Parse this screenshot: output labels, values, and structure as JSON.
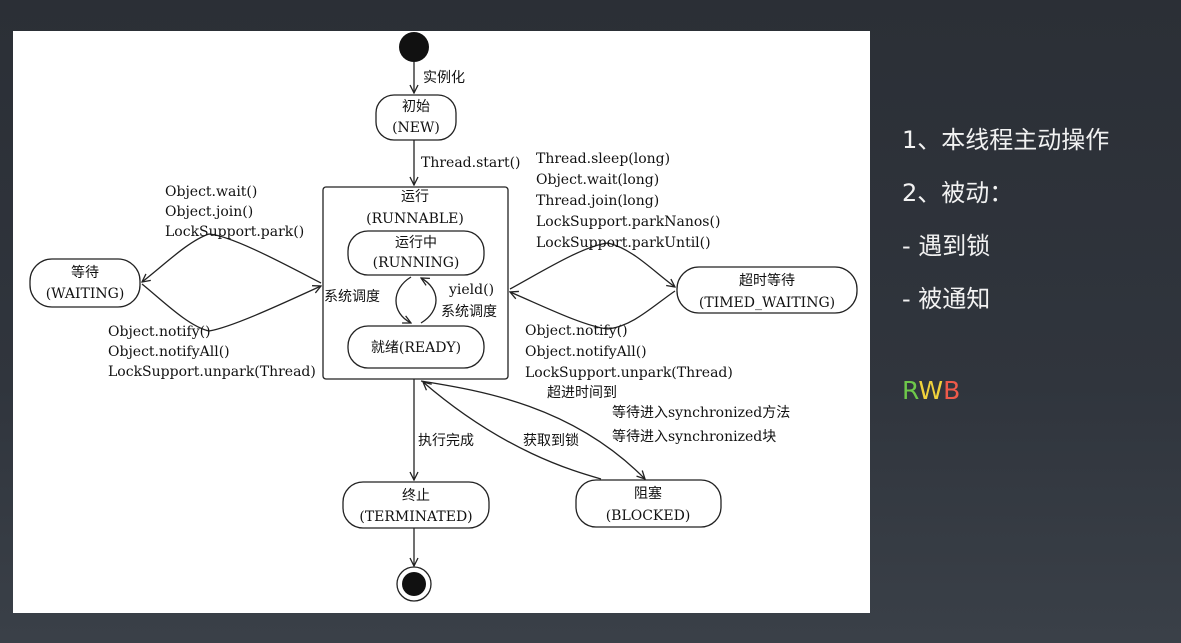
{
  "diagram": {
    "states": {
      "new": {
        "line1": "初始",
        "line2": "(NEW)"
      },
      "runnable": {
        "line1": "运行",
        "line2": "(RUNNABLE)"
      },
      "running": {
        "line1": "运行中",
        "line2": "(RUNNING)"
      },
      "ready": {
        "line1": "就绪(READY)"
      },
      "waiting": {
        "line1": "等待",
        "line2": "(WAITING)"
      },
      "timed_waiting": {
        "line1": "超时等待",
        "line2": "(TIMED_WAITING)"
      },
      "terminated": {
        "line1": "终止",
        "line2": "(TERMINATED)"
      },
      "blocked": {
        "line1": "阻塞",
        "line2": "(BLOCKED)"
      }
    },
    "labels": {
      "instantiate": "实例化",
      "thread_start": "Thread.start()",
      "wait_to": [
        "Object.wait()",
        "Object.join()",
        "LockSupport.park()"
      ],
      "wait_from": [
        "Object.notify()",
        "Object.notifyAll()",
        "LockSupport.unpark(Thread)"
      ],
      "timed_to": [
        "Thread.sleep(long)",
        "Object.wait(long)",
        "Thread.join(long)",
        "LockSupport.parkNanos()",
        "LockSupport.parkUntil()"
      ],
      "timed_from": [
        "Object.notify()",
        "Object.notifyAll()",
        "LockSupport.unpark(Thread)"
      ],
      "timeout": "超进时间到",
      "sys_sched_left": "系统调度",
      "yield": "yield()",
      "sys_sched_right": "系统调度",
      "exec_done": "执行完成",
      "get_lock": "获取到锁",
      "wait_sync": [
        "等待进入synchronized方法",
        "等待进入synchronized块"
      ]
    }
  },
  "notes": {
    "items": [
      "1、本线程主动操作",
      "2、被动：",
      "- 遇到锁",
      "- 被通知"
    ]
  },
  "rwb": {
    "letters": [
      {
        "char": "R",
        "color": "#6ec84a"
      },
      {
        "char": "W",
        "color": "#f0d23c"
      },
      {
        "char": "B",
        "color": "#ee5a4a"
      }
    ]
  }
}
